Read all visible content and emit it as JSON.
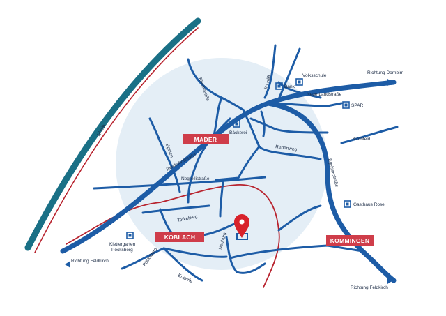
{
  "places": {
    "maeder": "MÄDER",
    "koblach": "KOBLACH",
    "kommingen": "KOMMINGEN"
  },
  "river": {
    "name": "Rhein"
  },
  "streets": {
    "rheinstrasse": "Rheinstraße",
    "im_haeli": "Im Häli",
    "neue_landstrasse": "Neue Landstraße",
    "egeten": "Egeten",
    "reichshofstrasse": "Reichshofstraße",
    "rebenweg": "Rebenweg",
    "kirchfeld": "Kirchfeld",
    "negrellistrasse": "Negrellistraße",
    "egelseestrasse": "Egelseestraße",
    "torkelweg": "Torkelweg",
    "neuburg": "Neuburg",
    "poeksberg": "Pöcksberg",
    "engerle": "Engerle"
  },
  "pois": {
    "volksschule": "Volksschule",
    "bank": "Bank",
    "spar": "SPAR",
    "baeckerei": "Bäckerei",
    "gasthaus_rose": "Gasthaus Rose",
    "klettergarten": [
      "Klettergarten",
      "Pöcksberg"
    ]
  },
  "directions": {
    "dornbirn": "Richtung Dornbirn",
    "feldkirch_left": "Richtung Feldkirch",
    "feldkirch_right": "Richtung Feldkirch"
  },
  "colors": {
    "road": "#1d5ca6",
    "rail": "#b8232e",
    "place_label": "#cf3d4a",
    "area_circle": "#e4eef6",
    "river": "#1a7086",
    "marker": "#d8222b"
  },
  "icons": {
    "poi": "square-poi-icon",
    "location": "location-pin-icon",
    "direction": "direction-arrow-icon"
  }
}
